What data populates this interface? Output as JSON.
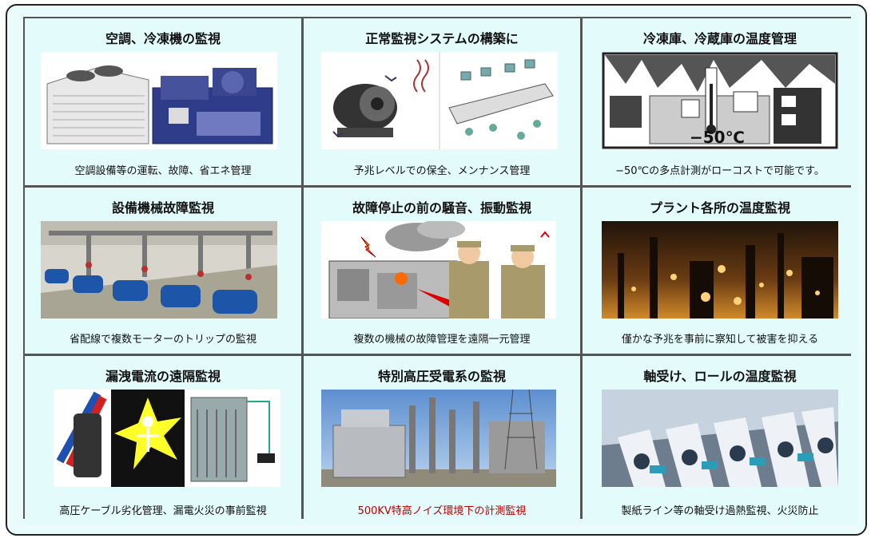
{
  "cells": [
    {
      "title": "空調、冷凍機の監視",
      "caption": "空調設備等の運転、故障、省エネ管理"
    },
    {
      "title": "正常監視システムの構築に",
      "caption": "予兆レベルでの保全、メンナンス管理"
    },
    {
      "title": "冷凍庫、冷蔵庫の温度管理",
      "caption": "−50℃の多点計測がローコストで可能です。",
      "image_text": "−50℃"
    },
    {
      "title": "設備機械故障監視",
      "caption": "省配線で複数モーターのトリップの監視"
    },
    {
      "title": "故障停止の前の騒音、振動監視",
      "caption": "複数の機械の故障管理を遠隔一元管理"
    },
    {
      "title": "プラント各所の温度監視",
      "caption": "僅かな予兆を事前に察知して被害を抑える"
    },
    {
      "title": "漏洩電流の遠隔監視",
      "caption": "高圧ケーブル劣化管理、漏電火災の事前監視"
    },
    {
      "title": "特別高圧受電系の監視",
      "caption": "500KV特高ノイズ環境下の計測監視"
    },
    {
      "title": "軸受け、ロールの温度監視",
      "caption": "製紙ライン等の軸受け過熱監視、火災防止"
    }
  ]
}
